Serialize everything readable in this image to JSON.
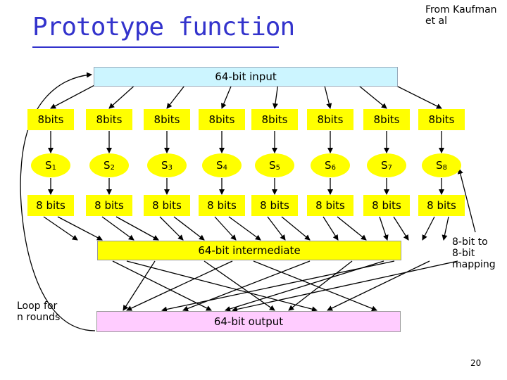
{
  "slide": {
    "title": "Prototype function",
    "credit": "From Kaufman\net al",
    "input_label": "64-bit input",
    "intermediate_label": "64-bit intermediate",
    "output_label": "64-bit output",
    "loop_note": "Loop for\nn rounds",
    "mapping_note": "8-bit to\n8-bit\nmapping",
    "page_number": "20"
  },
  "chunks_top": [
    "8bits",
    "8bits",
    "8bits",
    "8bits",
    "8bits",
    "8bits",
    "8bits",
    "8bits"
  ],
  "sboxes": [
    {
      "letter": "S",
      "sub": "1"
    },
    {
      "letter": "S",
      "sub": "2"
    },
    {
      "letter": "S",
      "sub": "3"
    },
    {
      "letter": "S",
      "sub": "4"
    },
    {
      "letter": "S",
      "sub": "5"
    },
    {
      "letter": "S",
      "sub": "6"
    },
    {
      "letter": "S",
      "sub": "7"
    },
    {
      "letter": "S",
      "sub": "8"
    }
  ],
  "chunks_bottom": [
    "8 bits",
    "8 bits",
    "8 bits",
    "8 bits",
    "8 bits",
    "8 bits",
    "8 bits",
    "8 bits"
  ],
  "colors": {
    "title": "#3333cc",
    "input_bar": "#ccf5ff",
    "yellow": "#ffff00",
    "output_bar": "#ffccff"
  }
}
